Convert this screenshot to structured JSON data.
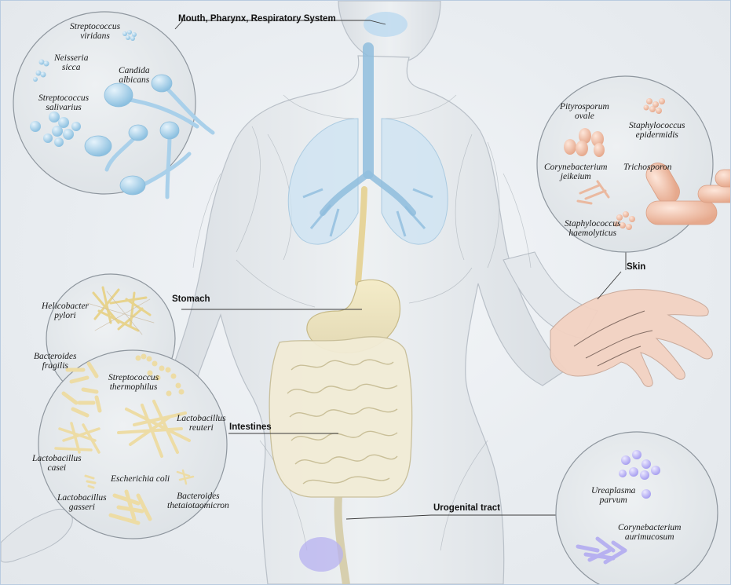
{
  "regions": {
    "mouth": {
      "label": "Mouth, Pharynx, Respiratory System"
    },
    "stomach": {
      "label": "Stomach"
    },
    "intestines": {
      "label": "Intestines"
    },
    "skin": {
      "label": "Skin"
    },
    "urogenital": {
      "label": "Urogenital tract"
    }
  },
  "species": {
    "strep_viridans": [
      "Streptococcus",
      "viridans"
    ],
    "neisseria_sicca": [
      "Neisseria",
      "sicca"
    ],
    "candida_albicans": [
      "Candida",
      "albicans"
    ],
    "strep_salivarius": [
      "Streptococcus",
      "salivarius"
    ],
    "pityrosporum_ovale": [
      "Pityrosporum",
      "ovale"
    ],
    "staph_epidermidis": [
      "Staphylococcus",
      "epidermidis"
    ],
    "coryne_jeikeium": [
      "Corynebacterium",
      "jeikeium"
    ],
    "trichosporon": [
      "Trichosporon"
    ],
    "staph_haemolyticus": [
      "Staphylococcus",
      "haemolyticus"
    ],
    "helicobacter_pylori": [
      "Helicobacter",
      "pylori"
    ],
    "bacteroides_fragilis": [
      "Bacteroides",
      "fragilis"
    ],
    "strep_thermophilus": [
      "Streptococcus",
      "thermophilus"
    ],
    "lacto_reuteri": [
      "Lactobacillus",
      "reuteri"
    ],
    "lacto_casei": [
      "Lactobacillus",
      "casei"
    ],
    "escherichia_coli": [
      "Escherichia coli"
    ],
    "bacteroides_theta": [
      "Bacteroides",
      "thetaiotaomicron"
    ],
    "lacto_gasseri": [
      "Lactobacillus",
      "gasseri"
    ],
    "ureaplasma_parvum": [
      "Ureaplasma",
      "parvum"
    ],
    "coryne_aurimucosum": [
      "Corynebacterium",
      "aurimucosum"
    ]
  },
  "colors": {
    "respiratory": "#a9cfe8",
    "skin": "#f2c3ad",
    "gut": "#eee2b6",
    "urogenital": "#b7b1f0",
    "bubble": "#e6eaee",
    "body": "#e2e6ea"
  }
}
